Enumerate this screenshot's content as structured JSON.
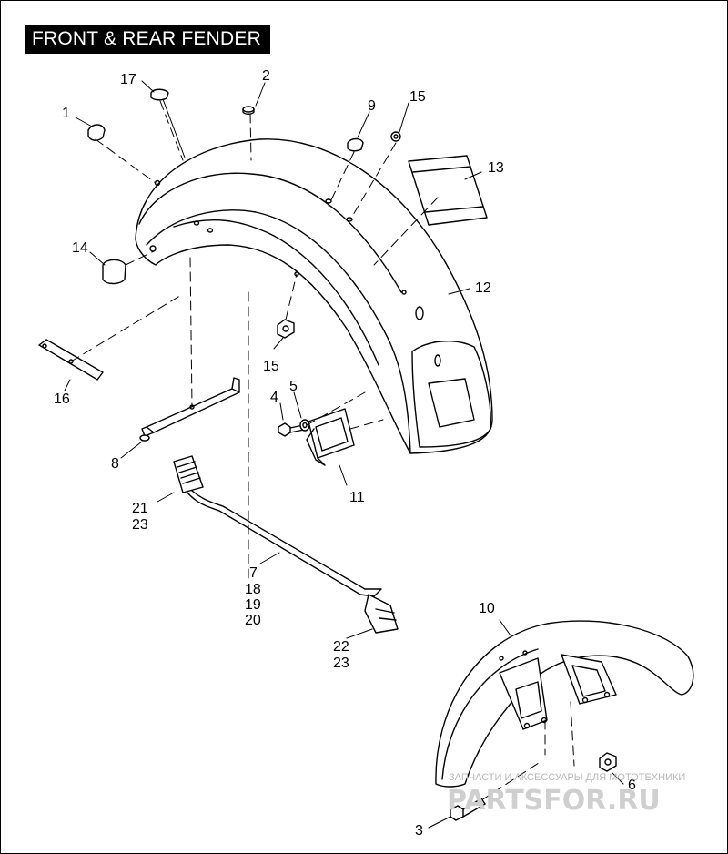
{
  "title": "FRONT & REAR FENDER",
  "callouts": [
    {
      "id": "c1",
      "text": "1"
    },
    {
      "id": "c17",
      "text": "17"
    },
    {
      "id": "c2",
      "text": "2"
    },
    {
      "id": "c9",
      "text": "9"
    },
    {
      "id": "c15a",
      "text": "15"
    },
    {
      "id": "c13",
      "text": "13"
    },
    {
      "id": "c14",
      "text": "14"
    },
    {
      "id": "c12",
      "text": "12"
    },
    {
      "id": "c15b",
      "text": "15"
    },
    {
      "id": "c16",
      "text": "16"
    },
    {
      "id": "c4",
      "text": "4"
    },
    {
      "id": "c5",
      "text": "5"
    },
    {
      "id": "c8",
      "text": "8"
    },
    {
      "id": "c11",
      "text": "11"
    },
    {
      "id": "c21",
      "text": "21"
    },
    {
      "id": "c23a",
      "text": "23"
    },
    {
      "id": "c7",
      "text": "7"
    },
    {
      "id": "c18",
      "text": "18"
    },
    {
      "id": "c19",
      "text": "19"
    },
    {
      "id": "c20",
      "text": "20"
    },
    {
      "id": "c10",
      "text": "10"
    },
    {
      "id": "c22",
      "text": "22"
    },
    {
      "id": "c23b",
      "text": "23"
    },
    {
      "id": "c6",
      "text": "6"
    },
    {
      "id": "c3",
      "text": "3"
    }
  ],
  "watermark": {
    "line1": "ЗАПЧАСТИ И АКСЕССУАРЫ ДЛЯ МОТОТЕХНИКИ",
    "line2": "PARTSFOR.RU"
  },
  "colors": {
    "line": "#000000",
    "watermark": "#cfcfcf"
  }
}
